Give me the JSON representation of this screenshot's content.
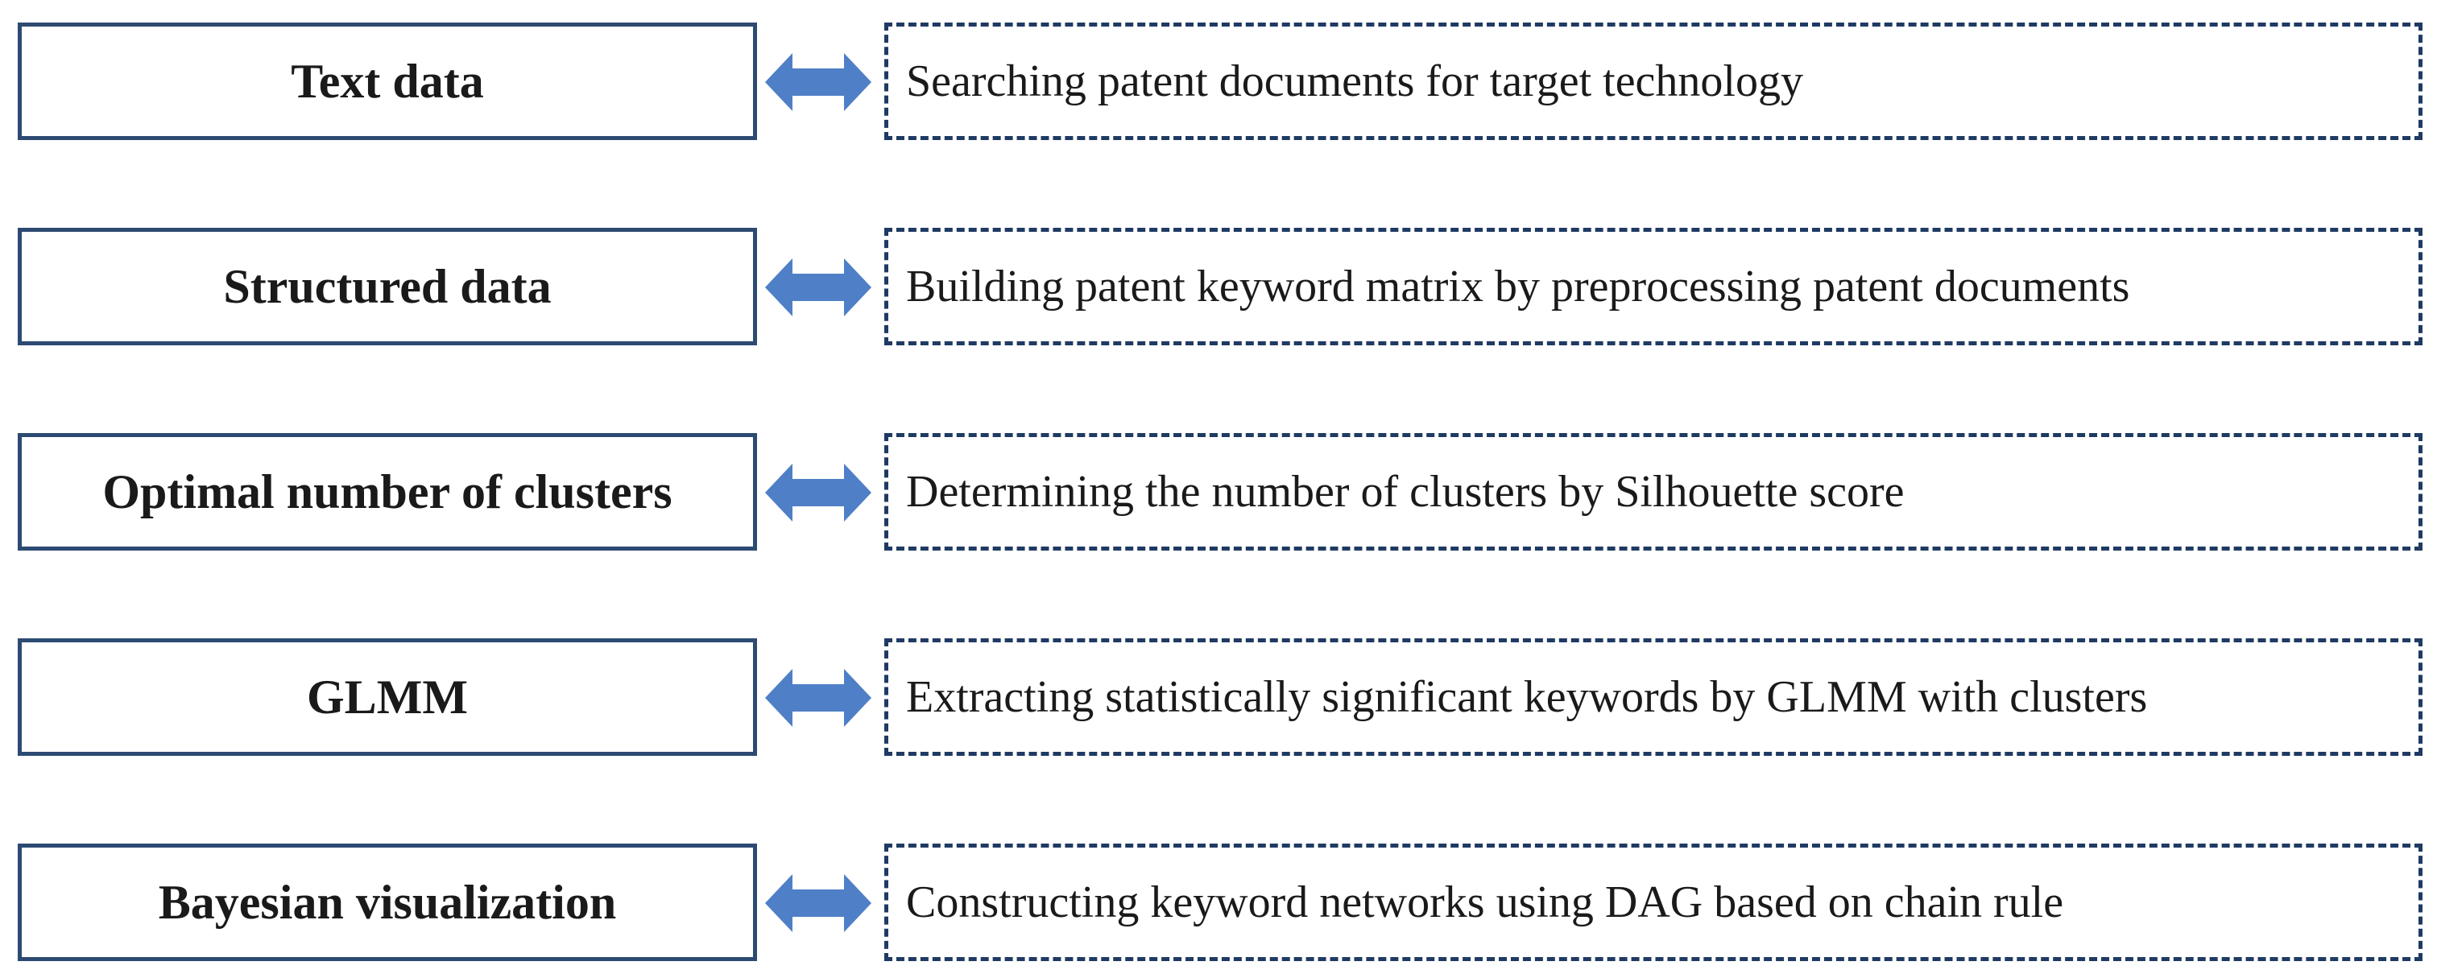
{
  "colors": {
    "stage_border": "#2c4a72",
    "desc_border": "#1f3a63",
    "arrow_fill": "#4f7fc6"
  },
  "arrow_icon": "double-headed-arrow-icon",
  "steps": [
    {
      "stage": "Text data",
      "description": "Searching patent documents for target technology"
    },
    {
      "stage": "Structured data",
      "description": "Building patent keyword matrix by preprocessing patent documents"
    },
    {
      "stage": "Optimal number of clusters",
      "description": "Determining the number of clusters by Silhouette score"
    },
    {
      "stage": "GLMM",
      "description": "Extracting statistically significant keywords by GLMM with clusters"
    },
    {
      "stage": "Bayesian visualization",
      "description": "Constructing keyword networks using DAG based on chain rule"
    }
  ]
}
